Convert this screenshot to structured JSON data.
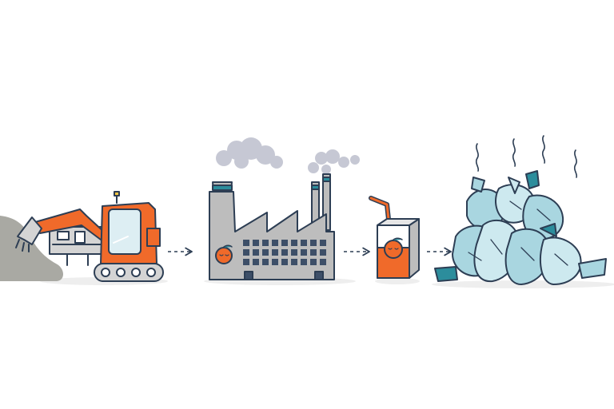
{
  "diagram": {
    "stages": [
      {
        "id": "extraction",
        "icon": "excavator-icon"
      },
      {
        "id": "manufacturing",
        "icon": "factory-icon"
      },
      {
        "id": "product",
        "icon": "juice-box-icon"
      },
      {
        "id": "waste",
        "icon": "garbage-bags-icon"
      }
    ],
    "arrows": [
      {
        "from": "extraction",
        "to": "manufacturing"
      },
      {
        "from": "manufacturing",
        "to": "product"
      },
      {
        "from": "product",
        "to": "waste"
      }
    ]
  },
  "colors": {
    "outline": "#2d3e54",
    "orange": "#f06a2a",
    "machine_grey": "#d4d4d4",
    "earth_grey": "#a9a9a3",
    "factory_grey": "#bdbdbd",
    "window_navy": "#3d4f68",
    "teal_stripe": "#2c8d9c",
    "smoke": "#c6c8d4",
    "bag_blue": "#a9d6e0",
    "bag_blue_light": "#cde9ef",
    "bag_teal": "#2c8d9c",
    "ground_shadow": "#eeeeee",
    "arrow": "#2d3e54"
  }
}
